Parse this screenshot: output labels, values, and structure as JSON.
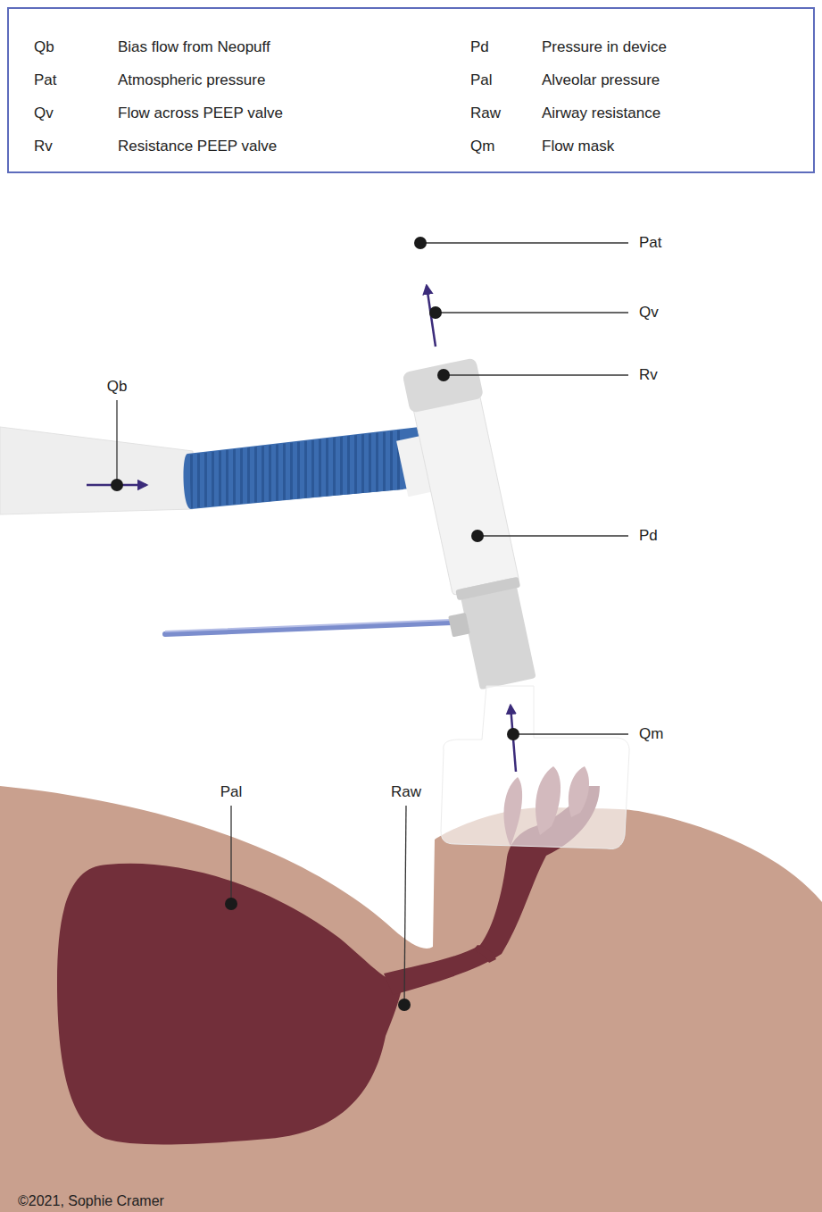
{
  "diagram": {
    "nodes": [
      {
        "text": [
          "Qb",
          "Bias flow from Neopuff",
          "Pd",
          "Pressure in device",
          "Pat",
          "Atmospheric pressure",
          "Pal",
          "Alveolar pressure",
          "Qv",
          "Flow across PEEP valve",
          "Raw",
          "Airway resistance",
          "Rv",
          "Resistance PEEP valve",
          "Qm",
          "Flow mask"
        ]
      }
    ],
    "labels": [
      "Pat",
      "Qv",
      "Rv",
      "Qb",
      "Pd",
      "Qm",
      "Pal",
      "Raw",
      "©2021, Sophie Cramer"
    ]
  }
}
